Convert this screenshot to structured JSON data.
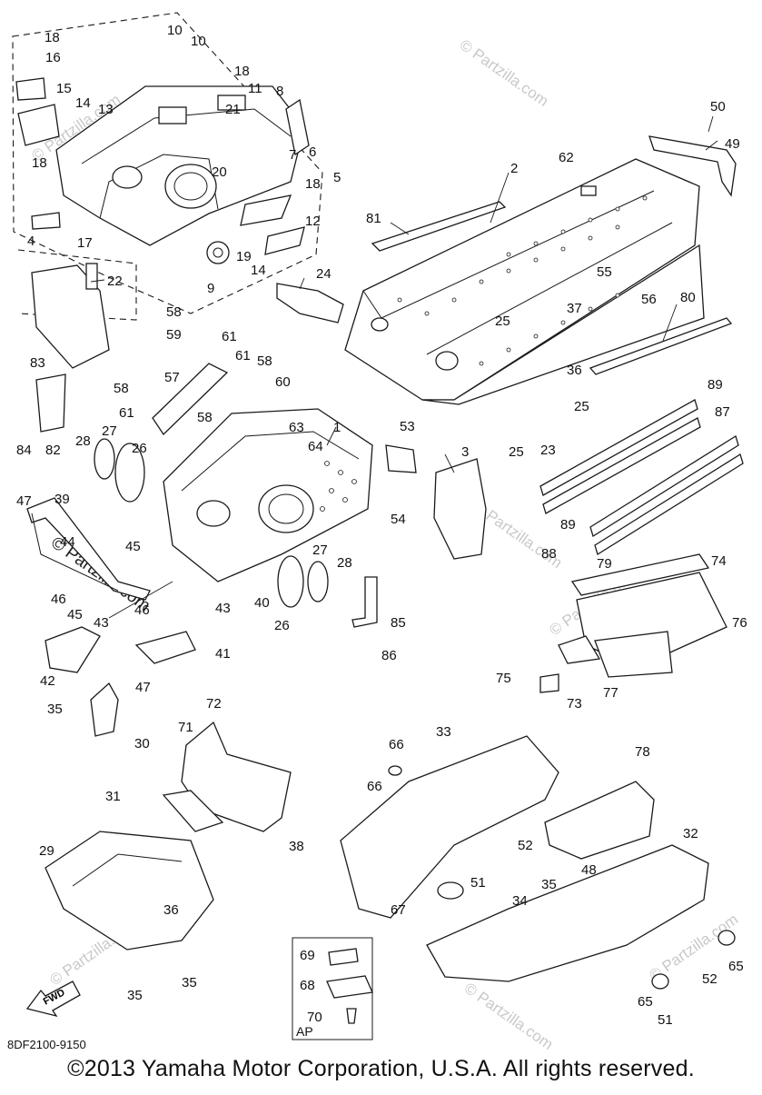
{
  "diagram": {
    "figure_code": "8DF2100-9150",
    "copyright": "©2013 Yamaha Motor Corporation, U.S.A. All rights reserved.",
    "fwd_label": "FWD",
    "ap_label": "AP",
    "watermark": "© Partzilla.com",
    "callouts": [
      "1",
      "2",
      "3",
      "4",
      "5",
      "6",
      "7",
      "8",
      "9",
      "10",
      "10",
      "11",
      "12",
      "13",
      "14",
      "14",
      "15",
      "16",
      "17",
      "18",
      "18",
      "18",
      "18",
      "19",
      "20",
      "21",
      "22",
      "23",
      "24",
      "25",
      "25",
      "25",
      "26",
      "26",
      "27",
      "27",
      "28",
      "28",
      "29",
      "30",
      "31",
      "32",
      "33",
      "34",
      "35",
      "35",
      "35",
      "35",
      "36",
      "36",
      "37",
      "38",
      "39",
      "40",
      "41",
      "42",
      "43",
      "43",
      "44",
      "45",
      "45",
      "46",
      "46",
      "47",
      "47",
      "48",
      "49",
      "50",
      "51",
      "51",
      "52",
      "52",
      "53",
      "54",
      "55",
      "56",
      "57",
      "58",
      "58",
      "58",
      "58",
      "59",
      "60",
      "61",
      "61",
      "61",
      "62",
      "63",
      "64",
      "65",
      "65",
      "66",
      "66",
      "67",
      "68",
      "69",
      "70",
      "71",
      "72",
      "73",
      "74",
      "75",
      "76",
      "77",
      "78",
      "79",
      "80",
      "81",
      "82",
      "83",
      "84",
      "85",
      "86",
      "87",
      "88",
      "89",
      "89"
    ]
  }
}
